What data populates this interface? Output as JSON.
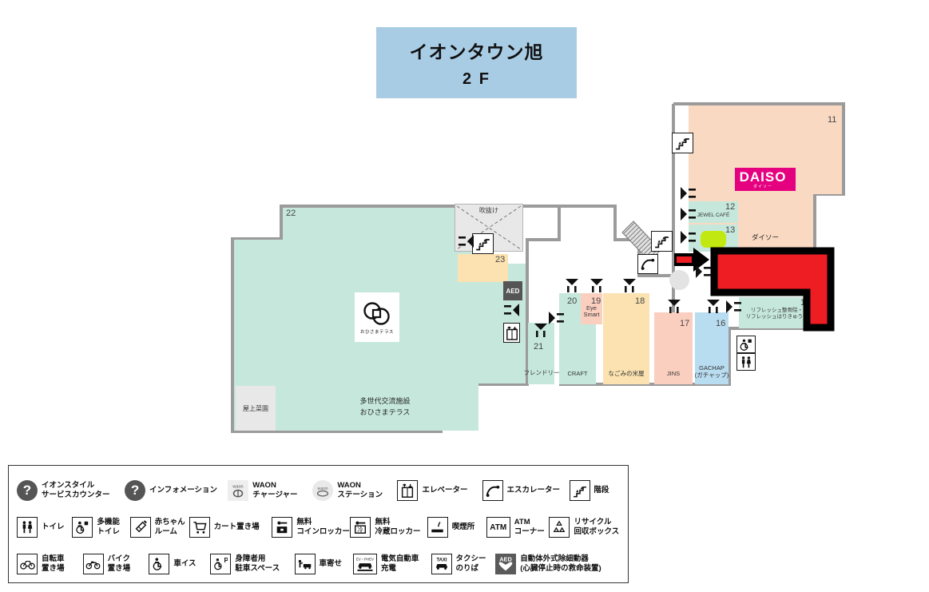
{
  "title": {
    "main": "イオンタウン旭",
    "floor": "2 F"
  },
  "map": {
    "atrium_label": "吹抜け",
    "daiso_word": "DAISO",
    "daiso_sub": "ダイソー",
    "daiso_area_label": "ダイソー",
    "sun_terrace_caption": "おひさまテラス",
    "facility_line1": "多世代交流施設",
    "facility_line2": "おひさまテラス",
    "rooftop_garden": "屋上菜園",
    "regions": [
      {
        "num": "11",
        "label": ""
      },
      {
        "num": "12",
        "label": "JEWEL CAFÉ"
      },
      {
        "num": "13",
        "label": ""
      },
      {
        "num": "15",
        "label": "リフレッシュ整骨院・\nリフレッシュはりきゅう院"
      },
      {
        "num": "16",
        "label": "GACHAP\n(ガチャップ)"
      },
      {
        "num": "17",
        "label": "JINS"
      },
      {
        "num": "18",
        "label": "なごみの米屋"
      },
      {
        "num": "19",
        "label": "Eye\nSmart"
      },
      {
        "num": "20",
        "label": "CRAFT"
      },
      {
        "num": "21",
        "label": "フレンドリー"
      },
      {
        "num": "22",
        "label": ""
      },
      {
        "num": "23",
        "label": ""
      }
    ],
    "colors": {
      "green": "#c6e8dc",
      "peach": "#fad9c2",
      "yellow": "#fbe2b0",
      "pink": "#fbcfc0",
      "blue": "#b8dcf0",
      "grey": "#e8e8e8",
      "highlight_red": "#ee1c23",
      "daiso_magenta": "#e4007f",
      "banner_blue": "#a9cce5",
      "accent_green": "#c2e812"
    }
  },
  "legend": {
    "rows": [
      [
        {
          "icon": "question-mark-circle-icon",
          "label": "イオンスタイル\nサービスカウンター"
        },
        {
          "icon": "question-mark-circle-icon",
          "label": "インフォメーション"
        },
        {
          "icon": "waon-charger-icon",
          "label": "WAON\nチャージャー"
        },
        {
          "icon": "waon-station-icon",
          "label": "WAON\nステーション"
        },
        {
          "icon": "elevator-icon",
          "label": "エレベーター"
        },
        {
          "icon": "escalator-icon",
          "label": "エスカレーター"
        },
        {
          "icon": "stairs-icon",
          "label": "階段"
        }
      ],
      [
        {
          "icon": "restroom-icon",
          "label": "トイレ"
        },
        {
          "icon": "accessible-restroom-icon",
          "label": "多機能\nトイレ"
        },
        {
          "icon": "baby-room-icon",
          "label": "赤ちゃん\nルーム"
        },
        {
          "icon": "shopping-cart-icon",
          "label": "カート置き場"
        },
        {
          "icon": "coin-locker-icon",
          "label": "無料\nコインロッカー"
        },
        {
          "icon": "refrigerated-locker-icon",
          "label": "無料\n冷蔵ロッカー"
        },
        {
          "icon": "smoking-area-icon",
          "label": "喫煙所"
        },
        {
          "icon": "atm-icon",
          "label": "ATM\nコーナー"
        },
        {
          "icon": "recycle-icon",
          "label": "リサイクル\n回収ボックス"
        }
      ],
      [
        {
          "icon": "bicycle-icon",
          "label": "自転車\n置き場"
        },
        {
          "icon": "motorbike-icon",
          "label": "バイク\n置き場"
        },
        {
          "icon": "wheelchair-icon",
          "label": "車イス"
        },
        {
          "icon": "accessible-parking-icon",
          "label": "身障者用\n駐車スペース"
        },
        {
          "icon": "car-pickup-icon",
          "label": "車寄せ"
        },
        {
          "icon": "ev-charging-icon",
          "label": "電気自動車\n充電"
        },
        {
          "icon": "taxi-icon",
          "label": "タクシー\nのりば"
        },
        {
          "icon": "aed-icon",
          "label": "自動体外式除細動器\n(心臓停止時の救命装置)"
        }
      ]
    ],
    "waon_word": "WAON",
    "atm_word": "ATM",
    "aed_word": "AED",
    "taxi_word": "TAXI",
    "ev_word": "EV・PHEV"
  }
}
